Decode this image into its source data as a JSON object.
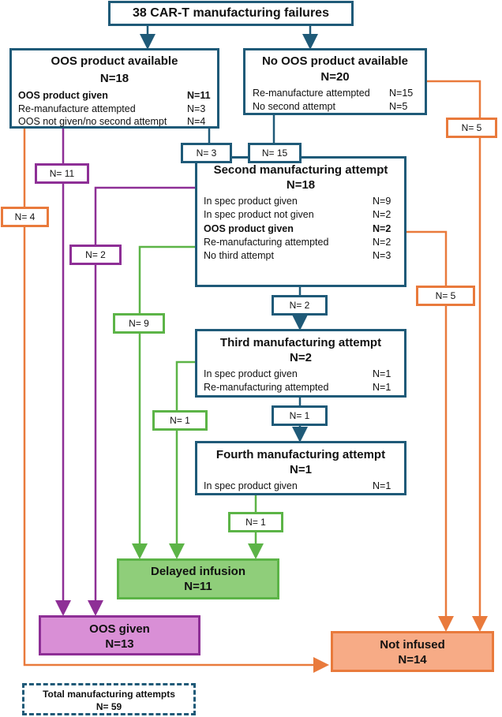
{
  "top": {
    "title": "38 CAR-T manufacturing failures"
  },
  "oos_available": {
    "title": "OOS product available",
    "n": "N=18",
    "rows": [
      {
        "label": "OOS product given",
        "n": "N=11"
      },
      {
        "label": "Re-manufacture attempted",
        "n": "N=3"
      },
      {
        "label": "OOS not given/no second attempt",
        "n": "N=4"
      }
    ]
  },
  "no_oos": {
    "title": "No OOS product available",
    "n": "N=20",
    "rows": [
      {
        "label": "Re-manufacture attempted",
        "n": "N=15"
      },
      {
        "label": "No second attempt",
        "n": "N=5"
      }
    ]
  },
  "second": {
    "title": "Second manufacturing attempt",
    "n": "N=18",
    "rows": [
      {
        "label": "In spec product given",
        "n": "N=9"
      },
      {
        "label": "In spec product not given",
        "n": "N=2"
      },
      {
        "label": "OOS product given",
        "n": "N=2"
      },
      {
        "label": "Re-manufacturing attempted",
        "n": "N=2"
      },
      {
        "label": "No third attempt",
        "n": "N=3"
      }
    ]
  },
  "third": {
    "title": "Third manufacturing attempt",
    "n": "N=2",
    "rows": [
      {
        "label": "In spec product given",
        "n": "N=1"
      },
      {
        "label": "Re-manufacturing attempted",
        "n": "N=1"
      }
    ]
  },
  "fourth": {
    "title": "Fourth manufacturing attempt",
    "n": "N=1",
    "rows": [
      {
        "label": "In spec product given",
        "n": "N=1"
      }
    ]
  },
  "delayed": {
    "title": "Delayed infusion",
    "n": "N=11"
  },
  "oos_given": {
    "title": "OOS given",
    "n": "N=13"
  },
  "not_infused": {
    "title": "Not infused",
    "n": "N=14"
  },
  "total": {
    "title": "Total manufacturing attempts",
    "n": "N= 59"
  },
  "edge_labels": {
    "oos_to_second": "N= 3",
    "nooos_to_second": "N= 15",
    "oos_to_oosgiven": "N= 11",
    "oos_to_notinfused": "N= 4",
    "nooos_to_notinfused": "N= 5",
    "second_to_oosgiven": "N= 2",
    "second_to_delayed": "N= 9",
    "second_to_notinfused": "N= 5",
    "second_to_third": "N= 2",
    "third_to_delayed": "N= 1",
    "third_to_fourth": "N= 1",
    "fourth_to_delayed": "N= 1"
  },
  "colors": {
    "blue": "#1f5a78",
    "purple": "#8e2f96",
    "orange": "#e97a3c",
    "green": "#5cb447",
    "green_fill": "#8fce7a",
    "purple_fill": "#d98fd6",
    "orange_fill": "#f7ab86"
  }
}
